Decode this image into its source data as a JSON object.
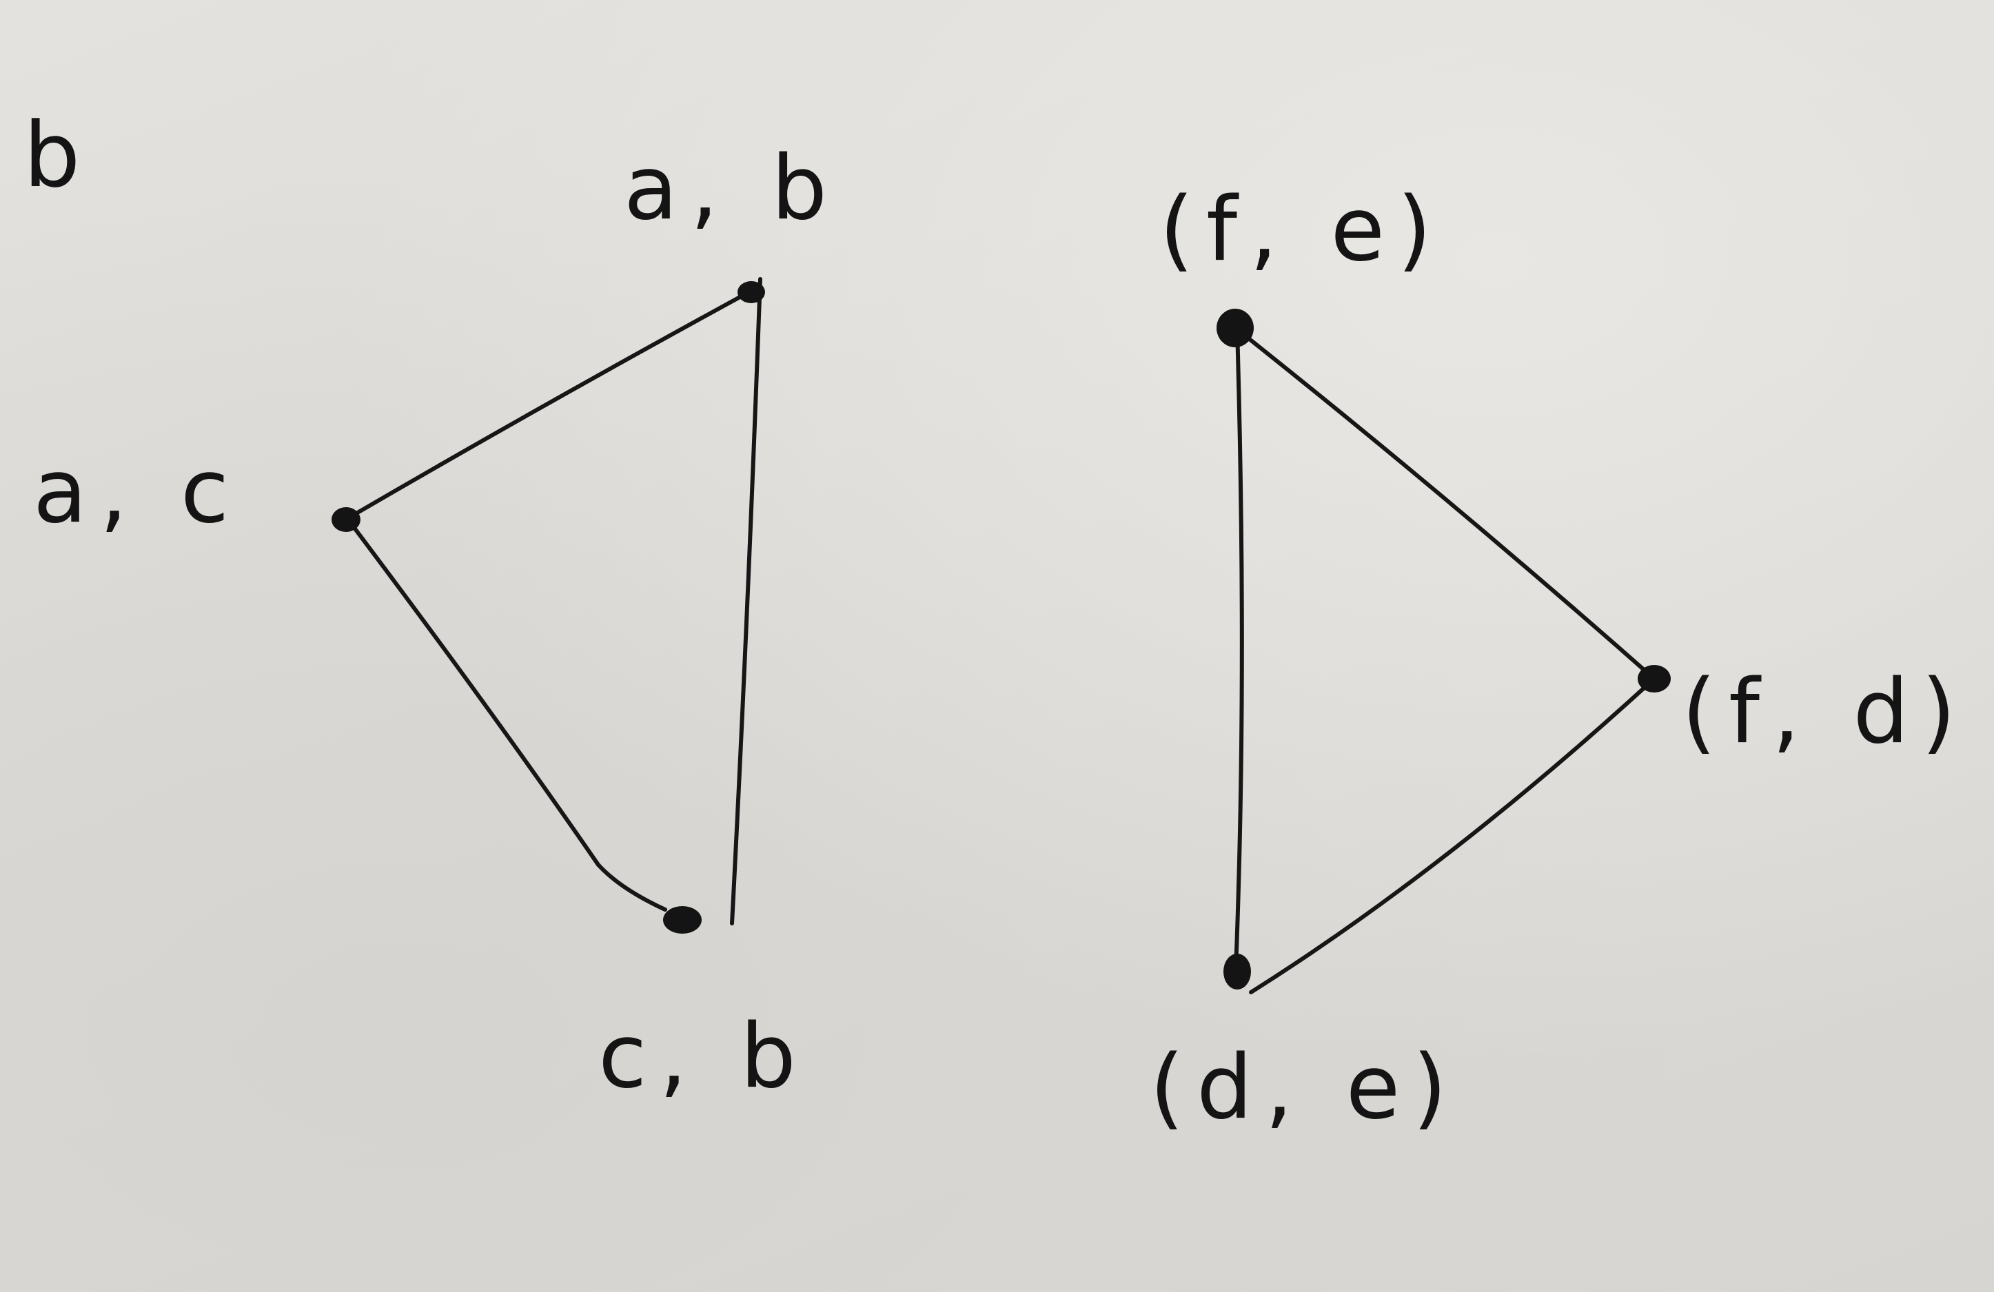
{
  "panel_label": "b",
  "graph_left": {
    "nodes": [
      {
        "id": "ab",
        "label": "a, b"
      },
      {
        "id": "ac",
        "label": "a, c"
      },
      {
        "id": "cb",
        "label": "c, b"
      }
    ],
    "edges": [
      [
        "ac",
        "ab"
      ],
      [
        "ab",
        "cb"
      ],
      [
        "ac",
        "cb"
      ]
    ]
  },
  "graph_right": {
    "nodes": [
      {
        "id": "fe",
        "label": "(f, e)"
      },
      {
        "id": "fd",
        "label": "(f, d)"
      },
      {
        "id": "de",
        "label": "(d, e)"
      }
    ],
    "edges": [
      [
        "fe",
        "fd"
      ],
      [
        "fe",
        "de"
      ],
      [
        "fd",
        "de"
      ]
    ]
  },
  "colors": {
    "ink": "#141414",
    "paper": "#dedcd8"
  }
}
